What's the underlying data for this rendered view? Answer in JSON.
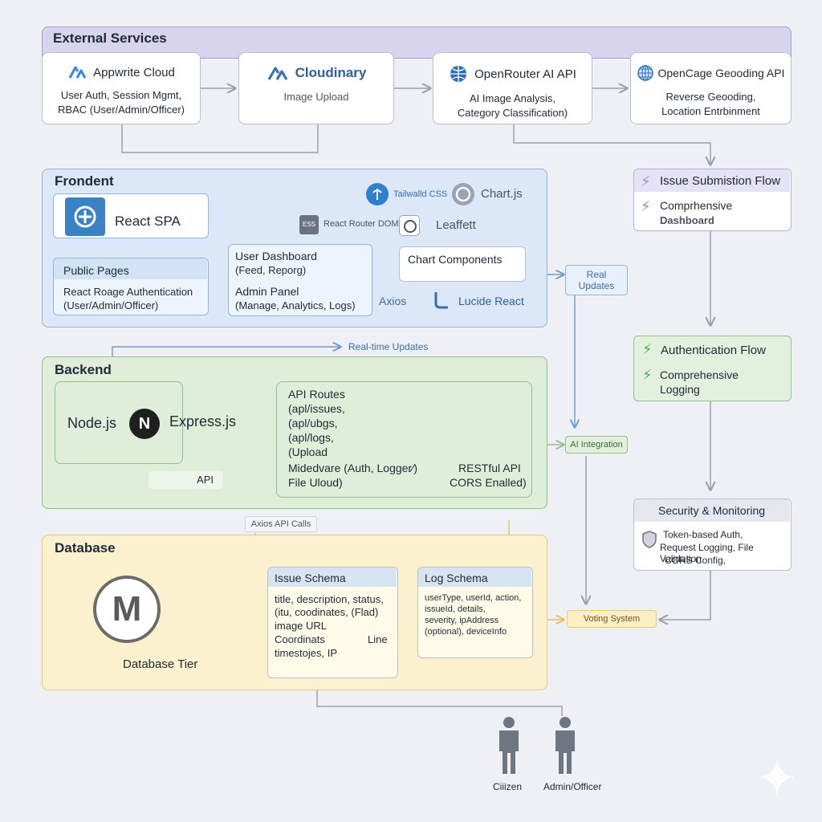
{
  "external": {
    "title": "External Services",
    "appwrite": {
      "name": "Appwrite Cloud",
      "desc1": "User Auth, Session Mgmt,",
      "desc2": "RBAC (User/Admin/Officer)"
    },
    "cloudinary": {
      "name": "Cloudinary",
      "desc": "Image Upload"
    },
    "openrouter": {
      "name": "OpenRouter AI API",
      "desc1": "AI Image Analysis,",
      "desc2": "Category Classification)"
    },
    "opencage": {
      "name": "OpenCage Geooding API",
      "desc1": "Reverse Geooding,",
      "desc2": "Location Entrbinment"
    }
  },
  "frontend": {
    "title": "Frondent",
    "react_spa": "React SPA",
    "public_pages": {
      "title": "Public Pages",
      "line1": "React Roage Authentication",
      "line2": "(User/Admin/Officer)"
    },
    "tailwind": "Tailwalld CSS",
    "chartjs": "Chart.js",
    "router": "React Router DOM",
    "router_icon_text": "ESS",
    "leaflet": "Leaffett",
    "dashboard": {
      "line1": "User Dashboard",
      "line2": "(Feed, Reporg)",
      "line3": "Admin Panel",
      "line4": "(Manage, Analytics, Logs)"
    },
    "chart_components": "Chart Components",
    "axios": "Axios",
    "lucide": "Lucide React"
  },
  "backend": {
    "title": "Backend",
    "nodejs": "Node.js",
    "express": "Express.js",
    "express_icon": "N",
    "api_tag": "API",
    "routes": {
      "l1": "API Routes",
      "l2": "(apl/issues,",
      "l3": "(apl/ubgs,",
      "l4": "(apl/logs,",
      "l5": "(Upload",
      "l6": "Midedvare (Auth, Logger⁄)",
      "l7": "File Uloud)",
      "r1": "RESTful API",
      "r2": "CORS Enalled)"
    }
  },
  "database": {
    "title": "Database",
    "tier": "Database Tier",
    "mongo_letter": "M",
    "issue": {
      "title": "Issue Schema",
      "l1": "title, description, status,",
      "l2": "(itu, coodinates, (Flad)",
      "l3": "image URL",
      "l4": "Coordinats",
      "l4b": "Line",
      "l5": "timestojes, IP"
    },
    "log": {
      "title": "Log Schema",
      "l1": "userType, userId, action,",
      "l2": "issueId, details,",
      "l3": "severity, ipAddress",
      "l4": "(optional), deviceInfo"
    }
  },
  "connectors": {
    "real_updates": "Real Updates",
    "realtime_updates": "Real-time Updates",
    "ai_integration": "AI Integration",
    "axios_calls": "Axios API Calls",
    "voting": "Voting System"
  },
  "flows": {
    "issue": {
      "title": "Issue Submistion Flow",
      "sub1": "Comprhensive",
      "sub2": "Dashboard"
    },
    "auth": {
      "title": "Authentication Flow",
      "sub1": "Comprehensive",
      "sub2": "Logging"
    },
    "security": {
      "title": "Security & Monitoring",
      "l1": "Token-based Auth,",
      "l2": "Request Logging, File Validation",
      "l3": "CORS Config,"
    }
  },
  "actors": {
    "citizen": "Ciiizen",
    "admin": "Admin/Officer"
  },
  "colors": {
    "external": "#d8d3ee",
    "frontend": "#dce8f8",
    "backend": "#dfeed8",
    "database": "#fbf1cf",
    "wire": "#9aa1ad",
    "blue_wire": "#6a9bd6",
    "yellow_wire": "#e2c15a"
  }
}
